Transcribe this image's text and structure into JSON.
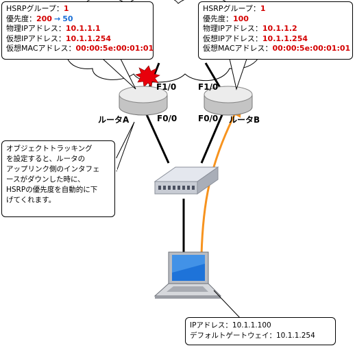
{
  "router_a": {
    "label": "ルータA",
    "port_uplink": "F1/0",
    "port_downlink": "F0/0",
    "info": {
      "group_label": "HSRPグループ：",
      "group_value": "1",
      "priority_label": "優先度：",
      "priority_from": "200",
      "priority_arrow": "→",
      "priority_to": "50",
      "physical_ip_label": "物理IPアドレス：",
      "physical_ip_value": "10.1.1.1",
      "virtual_ip_label": "仮想IPアドレス：",
      "virtual_ip_value": "10.1.1.254",
      "virtual_mac_label": "仮想MACアドレス：",
      "virtual_mac_value": "00:00:5e:00:01:01"
    }
  },
  "router_b": {
    "label": "ルータB",
    "port_uplink": "F1/0",
    "port_downlink": "F0/0",
    "info": {
      "group_label": "HSRPグループ：",
      "group_value": "1",
      "priority_label": "優先度：",
      "priority_value": "100",
      "physical_ip_label": "物理IPアドレス：",
      "physical_ip_value": "10.1.1.2",
      "virtual_ip_label": "仮想IPアドレス：",
      "virtual_ip_value": "10.1.1.254",
      "virtual_mac_label": "仮想MACアドレス：",
      "virtual_mac_value": "00:00:5e:00:01:01"
    }
  },
  "note": {
    "lines": [
      "オブジェクトトラッキング",
      "を設定すると、ルータの",
      "アップリンク側のインタフェ",
      "ースがダウンした時に、",
      "HSRPの優先度を自動的に下",
      "げてくれます。"
    ]
  },
  "pc": {
    "ip_line": "IPアドレス：10.1.1.100",
    "gateway_line": "デフォルトゲートウェイ：10.1.1.254"
  },
  "colors": {
    "value_red": "#d40000",
    "value_blue": "#1b6fd6",
    "failover_path": "#f7931e",
    "failure_burst": "#e8000b"
  }
}
